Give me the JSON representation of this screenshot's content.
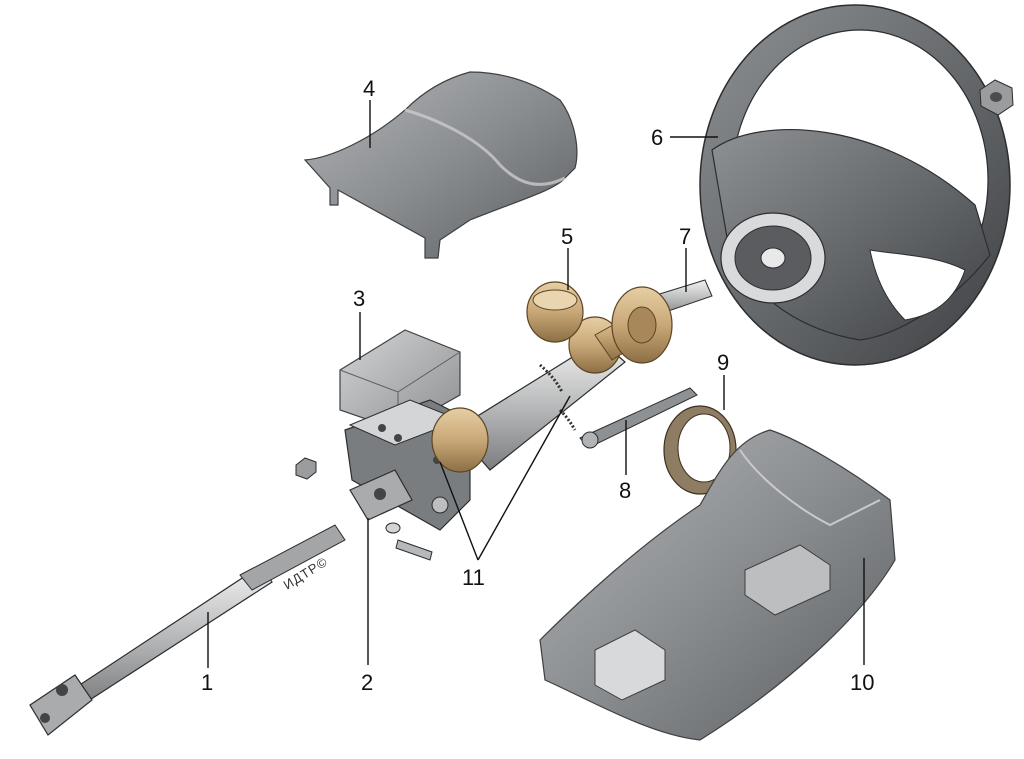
{
  "figure": {
    "parts": [
      {
        "id": "1",
        "label": "1",
        "part": "intermediate-shaft"
      },
      {
        "id": "2",
        "label": "2",
        "part": "universal-joint-yoke"
      },
      {
        "id": "3",
        "label": "3",
        "part": "control-unit"
      },
      {
        "id": "4",
        "label": "4",
        "part": "upper-column-shroud"
      },
      {
        "id": "5",
        "label": "5",
        "part": "bushing"
      },
      {
        "id": "6",
        "label": "6",
        "part": "steering-wheel"
      },
      {
        "id": "7",
        "label": "7",
        "part": "steering-shaft"
      },
      {
        "id": "8",
        "label": "8",
        "part": "adjustment-lever"
      },
      {
        "id": "9",
        "label": "9",
        "part": "ring"
      },
      {
        "id": "10",
        "label": "10",
        "part": "lower-column-shroud"
      },
      {
        "id": "11",
        "label": "11",
        "part": "springs"
      }
    ],
    "watermark": "ИДТР©",
    "colors": {
      "shroud": "#8a8d90",
      "bronze": "#c9a877",
      "steel": "#c8c9c9",
      "ink": "#111111"
    }
  }
}
